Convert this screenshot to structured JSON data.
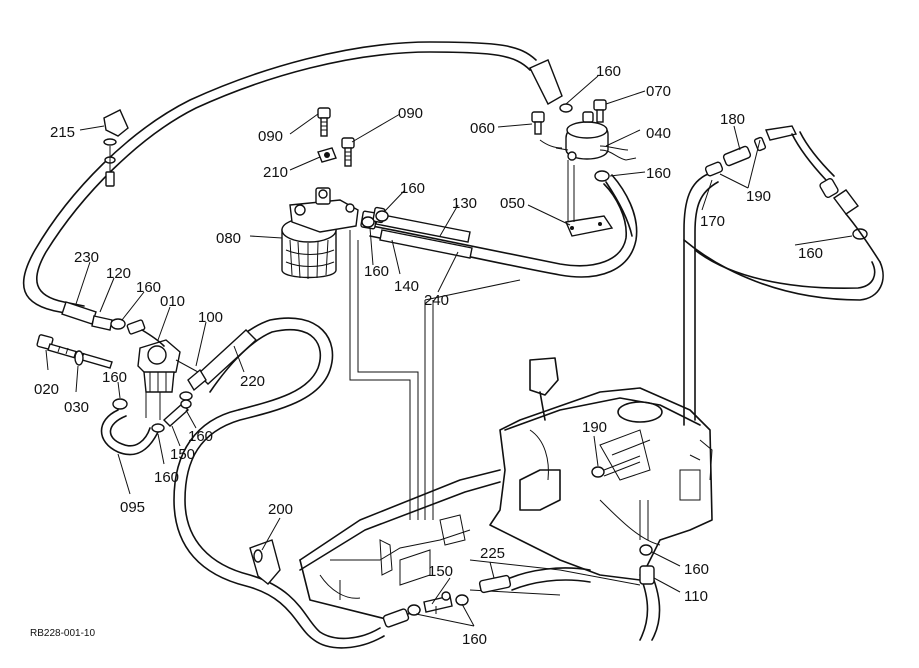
{
  "caption": "RB228-001-10",
  "labels": {
    "l215": "215",
    "l090a": "090",
    "l090b": "090",
    "l210": "210",
    "l080": "080",
    "l160_top": "160",
    "l070": "070",
    "l060": "060",
    "l040": "040",
    "l160_fp": "160",
    "l180": "180",
    "l190_a": "190",
    "l170": "170",
    "l160_right": "160",
    "l050": "050",
    "l130": "130",
    "l160_f1": "160",
    "l160_f2": "160",
    "l140": "140",
    "l240": "240",
    "l230": "230",
    "l120": "120",
    "l160_sep": "160",
    "l010": "010",
    "l100": "100",
    "l220": "220",
    "l020": "020",
    "l030": "030",
    "l160_s2": "160",
    "l160_s3": "160",
    "l150_s": "150",
    "l160_s4": "160",
    "l095": "095",
    "l190_b": "190",
    "l200": "200",
    "l225": "225",
    "l150_b": "150",
    "l160_bot": "160",
    "l160_tank": "160",
    "l110": "110"
  }
}
